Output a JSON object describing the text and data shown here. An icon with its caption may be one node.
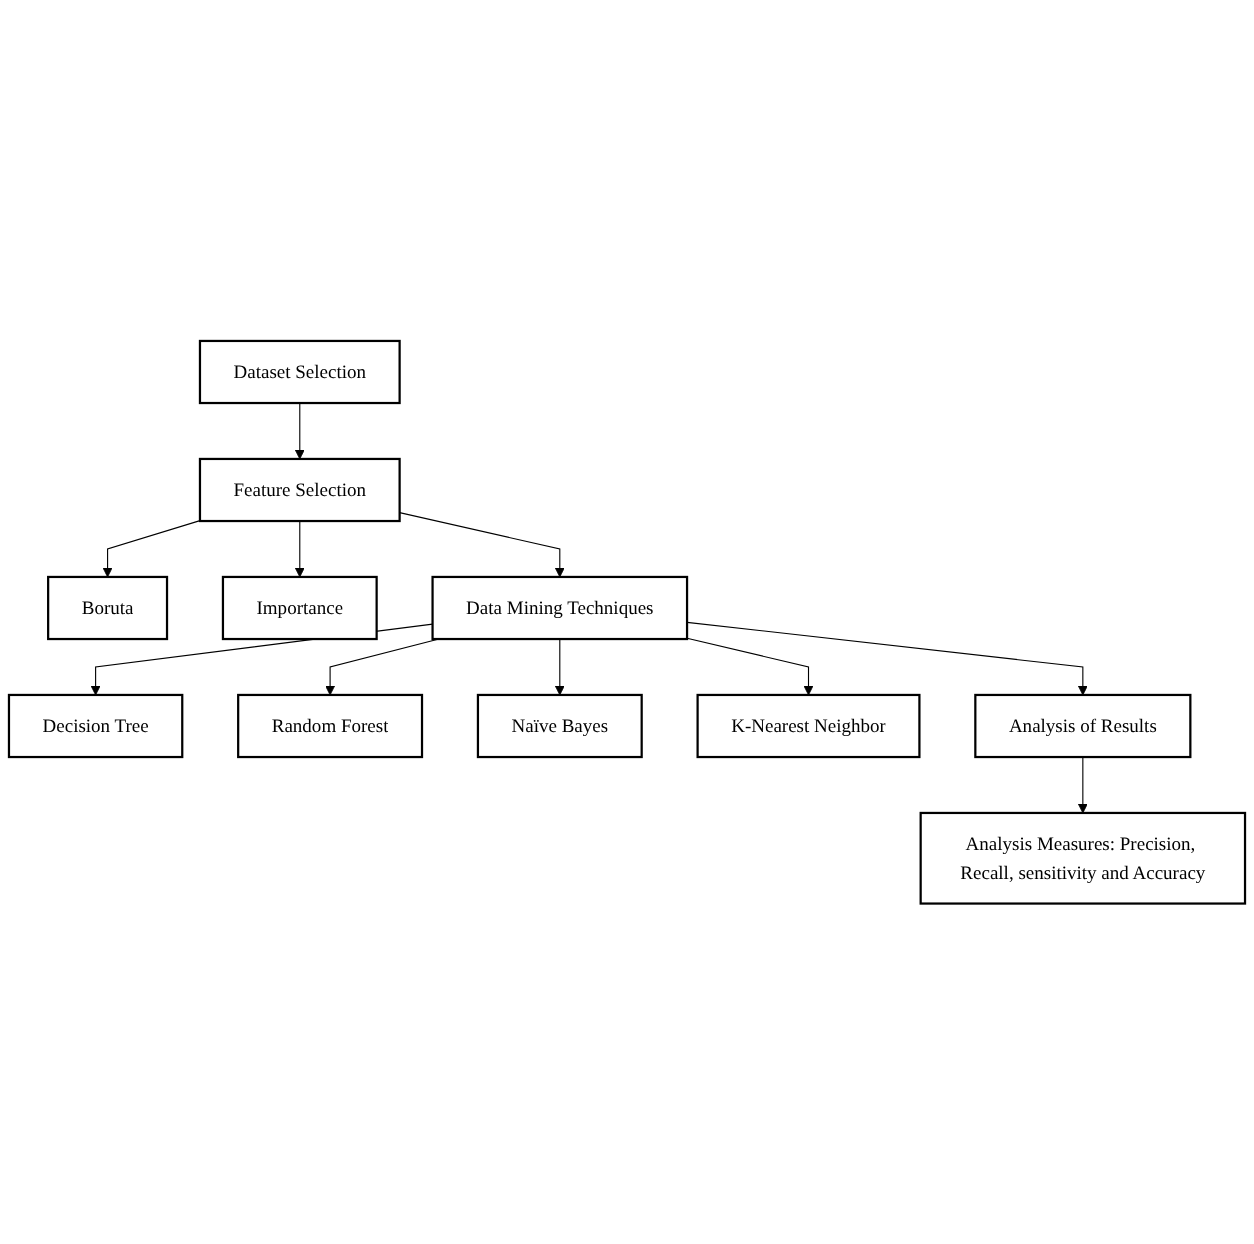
{
  "diagram": {
    "nodes": [
      {
        "text": [
          "Dataset Selection"
        ]
      },
      {
        "text": [
          "Feature Selection"
        ]
      },
      {
        "text": [
          "Boruta"
        ]
      },
      {
        "text": [
          "Importance"
        ]
      },
      {
        "text": [
          "Data Mining Techniques"
        ]
      },
      {
        "text": [
          "Decision Tree"
        ]
      },
      {
        "text": [
          "Random Forest"
        ]
      },
      {
        "text": [
          "Naïve Bayes"
        ]
      },
      {
        "text": [
          "K-Nearest Neighbor"
        ]
      },
      {
        "text": [
          "Analysis of Results"
        ]
      },
      {
        "text": [
          "Analysis Measures: Precision, Recall, sensitivity and Accuracy"
        ]
      }
    ],
    "edges": [
      {
        "from": 0,
        "to": 1,
        "arrow": "to"
      },
      {
        "from": 1,
        "to": 2,
        "arrow": "to"
      },
      {
        "from": 1,
        "to": 3,
        "arrow": "to"
      },
      {
        "from": 1,
        "to": 4,
        "arrow": "to"
      },
      {
        "from": 4,
        "to": 5,
        "arrow": "to"
      },
      {
        "from": 4,
        "to": 6,
        "arrow": "to"
      },
      {
        "from": 4,
        "to": 7,
        "arrow": "to"
      },
      {
        "from": 4,
        "to": 8,
        "arrow": "to"
      },
      {
        "from": 4,
        "to": 9,
        "arrow": "to"
      },
      {
        "from": 9,
        "to": 10,
        "arrow": "to"
      }
    ]
  }
}
